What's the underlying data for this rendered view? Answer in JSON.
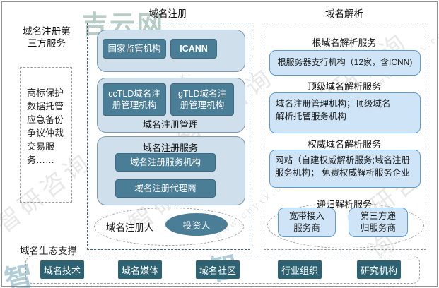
{
  "watermarks": {
    "logo": "吉云网",
    "brand": "智研咨询",
    "brand_short": "智",
    "url": "www.chyxx.com"
  },
  "left_panel": {
    "title": "域名注册第\n三方服务",
    "services": "商标保护\n数据托管\n应急备份\n争议仲裁\n交易服\n务……"
  },
  "registration_panel": {
    "title": "域名注册",
    "regulator": "国家监管机构",
    "icann": "ICANN",
    "cctld": "ccTLD域名注\n册管理机构",
    "gtld": "gTLD域名注\n册管理机构",
    "management_label": "域名注册管理",
    "service_label": "域名注册服务",
    "registrar": "域名注册服务机构",
    "agent": "域名注册代理商",
    "registrant": "域名注册人",
    "investor": "投资人"
  },
  "resolution_panel": {
    "title": "域名解析",
    "sections": [
      {
        "header": "根域名解析服务",
        "body": "根服务器支行机构（12家，含ICNN)"
      },
      {
        "header": "顶级域名解析服务",
        "body": "域名注册管理机构；顶级域名\n解析托管服务机构"
      },
      {
        "header": "权威域名解析服务",
        "body": "网站（自建权威解析服务;域名注册\n服务机构； 免费权威解析服务企业"
      },
      {
        "header": "递归解析服务",
        "items": [
          "宽带接入\n服务商",
          "第三方递\n归服务商"
        ]
      }
    ]
  },
  "ecosystem": {
    "title": "域名生态支撑",
    "items": [
      "域名技术",
      "域名媒体",
      "域名社区",
      "行业组织",
      "研究机构"
    ]
  },
  "colors": {
    "dark_box": "#4a7d96",
    "eco_box": "#2d6272",
    "container": "#cfdfeb",
    "blue_box_fill": "#cfe5f7",
    "blue_box_border": "#5b9bd5",
    "dashed_dark": "#3f5f70"
  }
}
